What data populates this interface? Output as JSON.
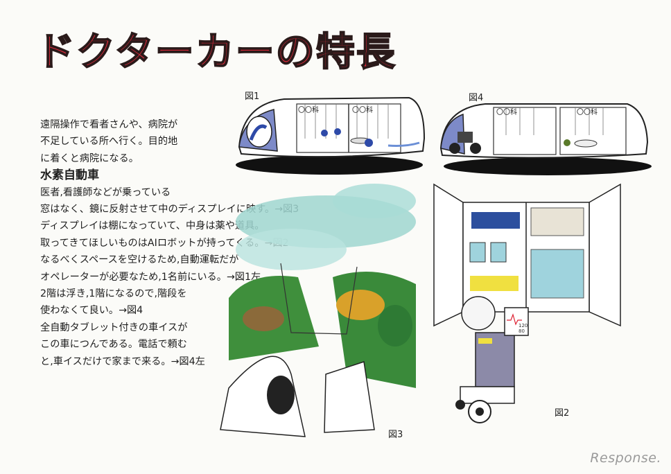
{
  "title": "ドクターカーの特長",
  "notes": [
    "遠隔操作で看者さんや、病院が",
    "不足している所へ行く。目的地",
    "に着くと病院になる。",
    "水素自動車",
    "医者,看護師などが乗っている",
    "窓はなく、鏡に反射させて中のディスプレイに映す。→図3",
    "ディスプレイは棚になっていて、中身は薬や道具。",
    "取ってきてほしいものはAIロボットが持ってくる。→図2",
    "なるべくスペースを空けるため,自動運転だが",
    "オペレーターが必要なため,1名前にいる。→図1左",
    "2階は浮き,1階になるので,階段を",
    "使わなくて良い。→図4",
    "全自動タブレット付きの車イスが",
    "この車につんである。電話で頼む",
    "と,車イスだけで家まで来る。→図4左"
  ],
  "figures": {
    "fig1": "図1",
    "fig2": "図2",
    "fig3": "図3",
    "fig4": "図4"
  },
  "plates": {
    "fig1_left": "〇〇科",
    "fig1_right": "〇〇科",
    "fig4_left": "〇〇科",
    "fig4_right": "〇〇科"
  },
  "monitor": {
    "line1": "120",
    "line2": "80"
  },
  "watermark": "Response."
}
